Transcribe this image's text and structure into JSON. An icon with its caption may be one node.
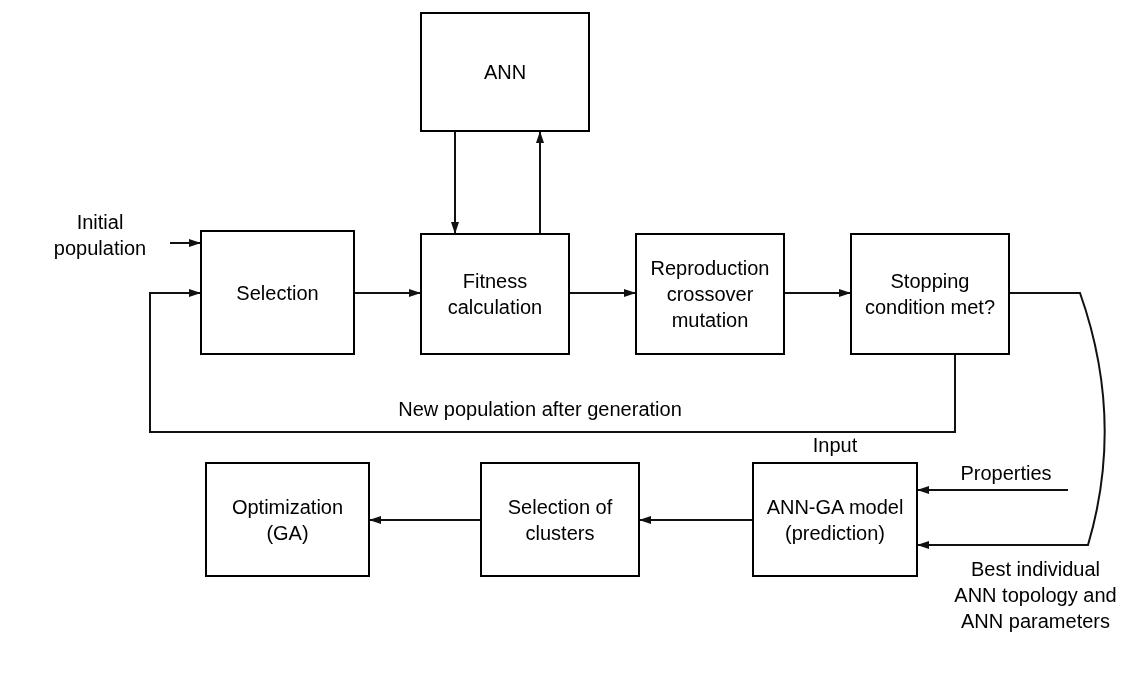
{
  "diagram": {
    "nodes": [
      {
        "text": [
          "ANN"
        ]
      },
      {
        "text": [
          "Initial population"
        ]
      },
      {
        "text": [
          "Selection"
        ]
      },
      {
        "text": [
          "Fitness calculation"
        ]
      },
      {
        "text": [
          "Reproduction crossover mutation"
        ]
      },
      {
        "text": [
          "Stopping condition met?"
        ]
      },
      {
        "text": [
          "Input",
          "ANN-GA model (prediction)"
        ]
      },
      {
        "text": [
          "Selection of clusters"
        ]
      },
      {
        "text": [
          "Optimization (GA)"
        ]
      },
      {
        "text": [
          "Properties"
        ]
      }
    ],
    "edges": [
      {
        "from": 1,
        "to": 2,
        "arrow": "to"
      },
      {
        "from": 2,
        "to": 3,
        "arrow": "to"
      },
      {
        "from": 0,
        "to": 3,
        "arrow": "to"
      },
      {
        "from": 3,
        "to": 0,
        "arrow": "to"
      },
      {
        "from": 3,
        "to": 4,
        "arrow": "to"
      },
      {
        "from": 4,
        "to": 5,
        "arrow": "to"
      },
      {
        "from": 5,
        "to": 2,
        "arrow": "to",
        "label": "New population after generation"
      },
      {
        "from": 5,
        "to": 6,
        "arrow": "to",
        "label": "Best individual ANN topology and ANN parameters"
      },
      {
        "from": 9,
        "to": 6,
        "arrow": "to"
      },
      {
        "from": 6,
        "to": 7,
        "arrow": "to"
      },
      {
        "from": 7,
        "to": 8,
        "arrow": "to"
      }
    ]
  }
}
